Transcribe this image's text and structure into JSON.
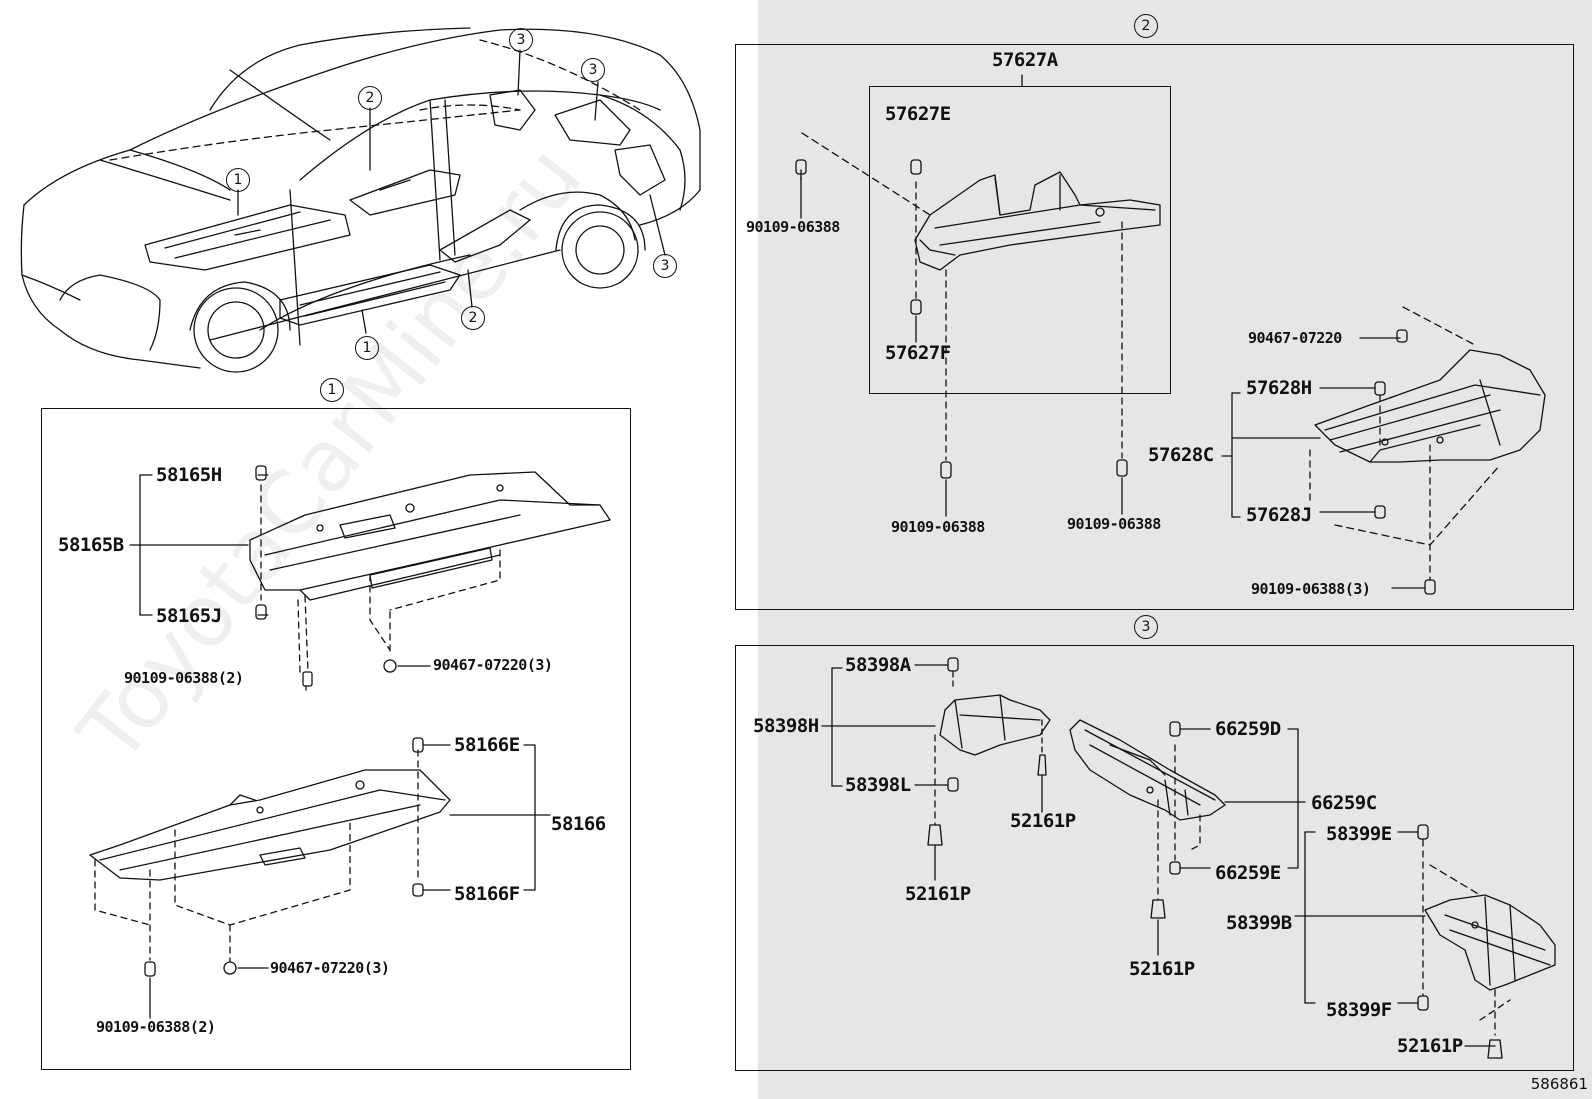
{
  "diagram_code": "586861",
  "watermark": "ToyotaCarMine.ru",
  "callouts": {
    "one": "1",
    "two": "2",
    "three": "3"
  },
  "group1": {
    "circle": "1",
    "p58165H": "58165H",
    "p58165B": "58165B",
    "p58165J": "58165J",
    "p90109_2a": "90109-06388(2)",
    "p90467_3a": "90467-07220(3)",
    "p58166E": "58166E",
    "p58166": "58166",
    "p58166F": "58166F",
    "p90467_3b": "90467-07220(3)",
    "p90109_2b": "90109-06388(2)"
  },
  "group2": {
    "circle": "2",
    "p57627A": "57627A",
    "p57627E": "57627E",
    "p57627F": "57627F",
    "p90109_a": "90109-06388",
    "p90109_b": "90109-06388",
    "p90109_c": "90109-06388",
    "p90467": "90467-07220",
    "p57628H": "57628H",
    "p57628C": "57628C",
    "p57628J": "57628J",
    "p90109_3": "90109-06388(3)"
  },
  "group3": {
    "circle": "3",
    "p58398A": "58398A",
    "p58398H": "58398H",
    "p58398L": "58398L",
    "p52161P_a": "52161P",
    "p52161P_b": "52161P",
    "p52161P_c": "52161P",
    "p52161P_d": "52161P",
    "p66259D": "66259D",
    "p66259C": "66259C",
    "p66259E": "66259E",
    "p58399E": "58399E",
    "p58399B": "58399B",
    "p58399F": "58399F"
  }
}
